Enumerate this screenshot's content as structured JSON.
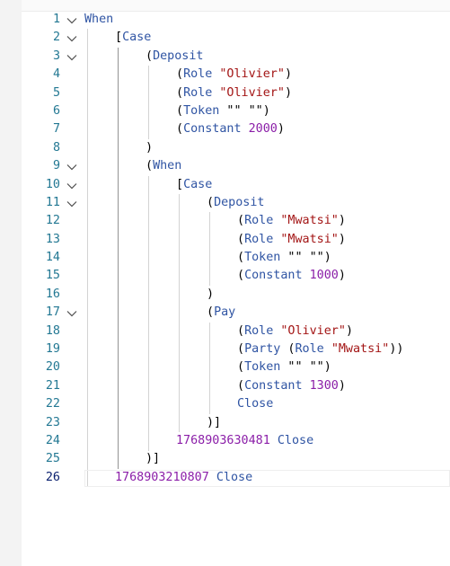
{
  "editor": {
    "lines": [
      {
        "num": "1",
        "fold": true,
        "indent": 0,
        "tokens": [
          {
            "t": "When",
            "c": "kw"
          }
        ]
      },
      {
        "num": "2",
        "fold": true,
        "indent": 1,
        "tokens": [
          {
            "t": "[",
            "c": "pl"
          },
          {
            "t": "Case",
            "c": "kw"
          }
        ]
      },
      {
        "num": "3",
        "fold": true,
        "indent": 2,
        "tokens": [
          {
            "t": "(",
            "c": "pl"
          },
          {
            "t": "Deposit",
            "c": "kw"
          }
        ]
      },
      {
        "num": "4",
        "fold": false,
        "indent": 3,
        "tokens": [
          {
            "t": "(",
            "c": "pl"
          },
          {
            "t": "Role",
            "c": "fn"
          },
          {
            "t": " ",
            "c": "pl"
          },
          {
            "t": "\"Olivier\"",
            "c": "str"
          },
          {
            "t": ")",
            "c": "pl"
          }
        ]
      },
      {
        "num": "5",
        "fold": false,
        "indent": 3,
        "tokens": [
          {
            "t": "(",
            "c": "pl"
          },
          {
            "t": "Role",
            "c": "fn"
          },
          {
            "t": " ",
            "c": "pl"
          },
          {
            "t": "\"Olivier\"",
            "c": "str"
          },
          {
            "t": ")",
            "c": "pl"
          }
        ]
      },
      {
        "num": "6",
        "fold": false,
        "indent": 3,
        "tokens": [
          {
            "t": "(",
            "c": "pl"
          },
          {
            "t": "Token",
            "c": "fn"
          },
          {
            "t": " \"\" \"\")",
            "c": "pl"
          }
        ]
      },
      {
        "num": "7",
        "fold": false,
        "indent": 3,
        "tokens": [
          {
            "t": "(",
            "c": "pl"
          },
          {
            "t": "Constant",
            "c": "fn"
          },
          {
            "t": " ",
            "c": "pl"
          },
          {
            "t": "2000",
            "c": "num"
          },
          {
            "t": ")",
            "c": "pl"
          }
        ]
      },
      {
        "num": "8",
        "fold": false,
        "indent": 2,
        "tokens": [
          {
            "t": ")",
            "c": "pl"
          }
        ]
      },
      {
        "num": "9",
        "fold": true,
        "indent": 2,
        "tokens": [
          {
            "t": "(",
            "c": "pl"
          },
          {
            "t": "When",
            "c": "kw"
          }
        ]
      },
      {
        "num": "10",
        "fold": true,
        "indent": 3,
        "tokens": [
          {
            "t": "[",
            "c": "pl"
          },
          {
            "t": "Case",
            "c": "kw"
          }
        ]
      },
      {
        "num": "11",
        "fold": true,
        "indent": 4,
        "tokens": [
          {
            "t": "(",
            "c": "pl"
          },
          {
            "t": "Deposit",
            "c": "kw"
          }
        ]
      },
      {
        "num": "12",
        "fold": false,
        "indent": 5,
        "tokens": [
          {
            "t": "(",
            "c": "pl"
          },
          {
            "t": "Role",
            "c": "fn"
          },
          {
            "t": " ",
            "c": "pl"
          },
          {
            "t": "\"Mwatsi\"",
            "c": "str"
          },
          {
            "t": ")",
            "c": "pl"
          }
        ]
      },
      {
        "num": "13",
        "fold": false,
        "indent": 5,
        "tokens": [
          {
            "t": "(",
            "c": "pl"
          },
          {
            "t": "Role",
            "c": "fn"
          },
          {
            "t": " ",
            "c": "pl"
          },
          {
            "t": "\"Mwatsi\"",
            "c": "str"
          },
          {
            "t": ")",
            "c": "pl"
          }
        ]
      },
      {
        "num": "14",
        "fold": false,
        "indent": 5,
        "tokens": [
          {
            "t": "(",
            "c": "pl"
          },
          {
            "t": "Token",
            "c": "fn"
          },
          {
            "t": " \"\" \"\")",
            "c": "pl"
          }
        ]
      },
      {
        "num": "15",
        "fold": false,
        "indent": 5,
        "tokens": [
          {
            "t": "(",
            "c": "pl"
          },
          {
            "t": "Constant",
            "c": "fn"
          },
          {
            "t": " ",
            "c": "pl"
          },
          {
            "t": "1000",
            "c": "num"
          },
          {
            "t": ")",
            "c": "pl"
          }
        ]
      },
      {
        "num": "16",
        "fold": false,
        "indent": 4,
        "tokens": [
          {
            "t": ")",
            "c": "pl"
          }
        ]
      },
      {
        "num": "17",
        "fold": true,
        "indent": 4,
        "tokens": [
          {
            "t": "(",
            "c": "pl"
          },
          {
            "t": "Pay",
            "c": "kw"
          }
        ]
      },
      {
        "num": "18",
        "fold": false,
        "indent": 5,
        "tokens": [
          {
            "t": "(",
            "c": "pl"
          },
          {
            "t": "Role",
            "c": "fn"
          },
          {
            "t": " ",
            "c": "pl"
          },
          {
            "t": "\"Olivier\"",
            "c": "str"
          },
          {
            "t": ")",
            "c": "pl"
          }
        ]
      },
      {
        "num": "19",
        "fold": false,
        "indent": 5,
        "tokens": [
          {
            "t": "(",
            "c": "pl"
          },
          {
            "t": "Party",
            "c": "fn"
          },
          {
            "t": " (",
            "c": "pl"
          },
          {
            "t": "Role",
            "c": "fn"
          },
          {
            "t": " ",
            "c": "pl"
          },
          {
            "t": "\"Mwatsi\"",
            "c": "str"
          },
          {
            "t": "))",
            "c": "pl"
          }
        ]
      },
      {
        "num": "20",
        "fold": false,
        "indent": 5,
        "tokens": [
          {
            "t": "(",
            "c": "pl"
          },
          {
            "t": "Token",
            "c": "fn"
          },
          {
            "t": " \"\" \"\")",
            "c": "pl"
          }
        ]
      },
      {
        "num": "21",
        "fold": false,
        "indent": 5,
        "tokens": [
          {
            "t": "(",
            "c": "pl"
          },
          {
            "t": "Constant",
            "c": "fn"
          },
          {
            "t": " ",
            "c": "pl"
          },
          {
            "t": "1300",
            "c": "num"
          },
          {
            "t": ")",
            "c": "pl"
          }
        ]
      },
      {
        "num": "22",
        "fold": false,
        "indent": 5,
        "tokens": [
          {
            "t": "Close",
            "c": "kw"
          }
        ]
      },
      {
        "num": "23",
        "fold": false,
        "indent": 4,
        "tokens": [
          {
            "t": ")]",
            "c": "pl"
          }
        ]
      },
      {
        "num": "24",
        "fold": false,
        "indent": 3,
        "tokens": [
          {
            "t": "1768903630481",
            "c": "num"
          },
          {
            "t": " ",
            "c": "pl"
          },
          {
            "t": "Close",
            "c": "kw"
          }
        ]
      },
      {
        "num": "25",
        "fold": false,
        "indent": 2,
        "tokens": [
          {
            "t": ")]",
            "c": "pl"
          }
        ]
      },
      {
        "num": "26",
        "fold": false,
        "indent": 1,
        "active": true,
        "tokens": [
          {
            "t": "1768903210807",
            "c": "num"
          },
          {
            "t": " ",
            "c": "pl"
          },
          {
            "t": "Close",
            "c": "kw"
          }
        ]
      }
    ]
  },
  "colors": {
    "keyword": "#2f54a3",
    "string": "#a31515",
    "number": "#8b1ea8",
    "line_number": "#237893",
    "active_line_number": "#0b216f",
    "fold_chevron": "#4f4f4f"
  },
  "icons": {
    "fold": "chevron-down-icon"
  }
}
